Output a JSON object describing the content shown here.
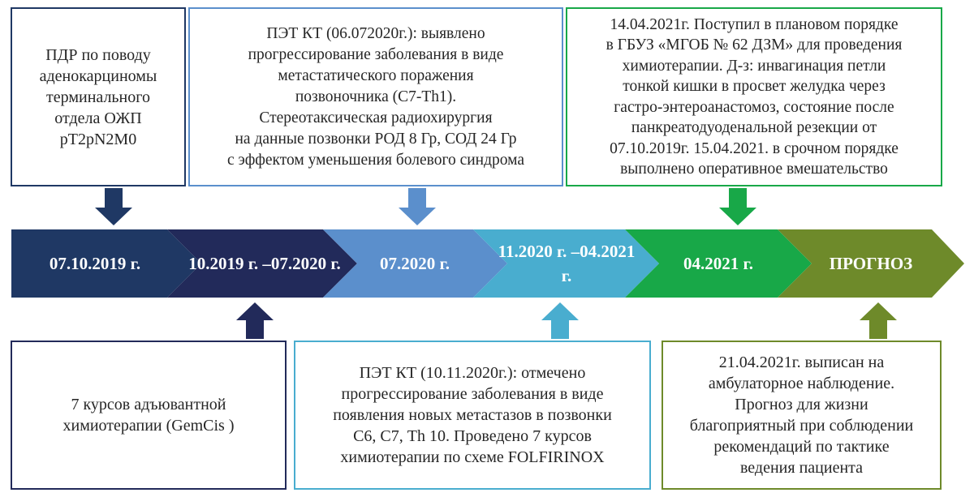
{
  "colors": {
    "stage1": "#1F3864",
    "stage2": "#222A5A",
    "stage3": "#5B8FCC",
    "stage4": "#49ADCF",
    "stage5": "#18A848",
    "stage6": "#6E8A2A",
    "box1_border": "#1F3864",
    "box2_border": "#5B8FCC",
    "box3_border": "#18A848",
    "box4_border": "#222A5A",
    "box5_border": "#49ADCF",
    "box6_border": "#6E8A2A"
  },
  "timeline": [
    {
      "lines": [
        "07.10.2019 г."
      ]
    },
    {
      "lines": [
        "10.2019 г. –",
        "07.2020 г."
      ]
    },
    {
      "lines": [
        "07.2020 г."
      ]
    },
    {
      "lines": [
        "11.2020 г. –",
        "04.2021 г."
      ]
    },
    {
      "lines": [
        "04.2021 г."
      ]
    },
    {
      "lines": [
        "ПРОГНОЗ"
      ]
    }
  ],
  "top_boxes": [
    {
      "lines": [
        "ПДР по поводу",
        "аденокарциномы",
        "терминального",
        "отдела ОЖП",
        "pT2pN2M0"
      ]
    },
    {
      "lines": [
        "ПЭТ КТ (06.072020г.): выявлено",
        "прогрессирование заболевания в виде",
        "метастатического поражения",
        "позвоночника (С7-Th1).",
        "Стереотаксическая радиохирургия",
        "на данные позвонки РОД 8 Гр, СОД 24 Гр",
        "с эффектом уменьшения болевого синдрома"
      ]
    },
    {
      "lines": [
        "14.04.2021г. Поступил в плановом порядке",
        "в ГБУЗ «МГОБ № 62 ДЗМ» для проведения",
        "химиотерапии. Д-з: инвагинация петли",
        "тонкой кишки в просвет желудка через",
        "гастро-энтероанастомоз, состояние после",
        "панкреатодуоденальной резекции от",
        "07.10.2019г. 15.04.2021. в срочном порядке",
        "выполнено оперативное вмешательство"
      ]
    }
  ],
  "bottom_boxes": [
    {
      "lines": [
        "7 курсов адъювантной",
        "химиотерапии (GemCis )"
      ]
    },
    {
      "lines": [
        "ПЭТ КТ (10.11.2020г.): отмечено",
        "прогрессирование заболевания в виде",
        "появления новых метастазов в позвонки",
        "С6, С7, Th 10. Проведено 7 курсов",
        "химиотерапии по схеме FOLFIRINOX"
      ]
    },
    {
      "lines": [
        "21.04.2021г. выписан на",
        "амбулаторное наблюдение.",
        "Прогноз для жизни",
        "благоприятный при соблюдении",
        "рекомендаций по тактике",
        "ведения пациента"
      ]
    }
  ]
}
